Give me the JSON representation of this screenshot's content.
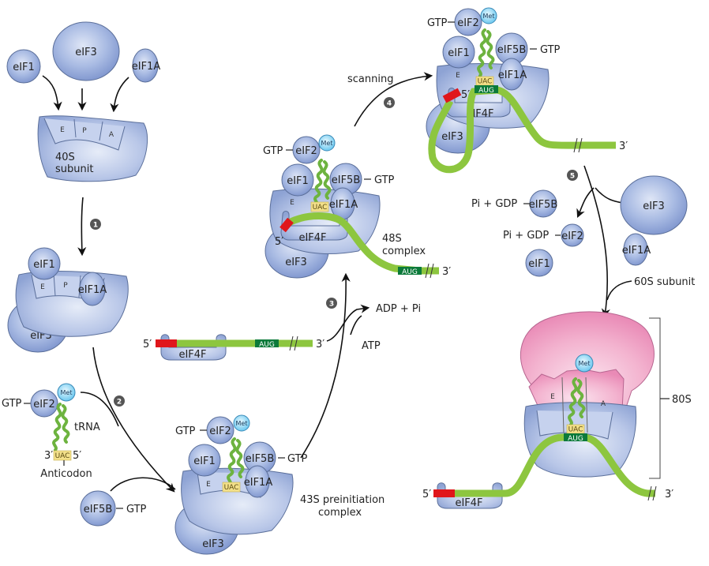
{
  "title": "Eukaryotic translation initiation pathway",
  "steps": [
    {
      "number": "1"
    },
    {
      "number": "2"
    },
    {
      "number": "3"
    },
    {
      "number": "4",
      "label": "scanning"
    },
    {
      "number": "5"
    }
  ],
  "factors": {
    "eIF1": "eIF1",
    "eIF1A": "eIF1A",
    "eIF2": "eIF2",
    "eIF3": "eIF3",
    "eIF4F": "eIF4F",
    "eIF5B": "eIF5B",
    "met": "Met"
  },
  "sites": {
    "E": "E",
    "P": "P",
    "A": "A"
  },
  "labels": {
    "subunit40S": "40S",
    "subunit40S_line2": "subunit",
    "gtp": "GTP",
    "trna": "tRNA",
    "anticodon": "Anticodon",
    "three_prime": "3′",
    "five_prime": "5′",
    "uac": "UAC",
    "aug": "AUG",
    "complex43S": "43S preinitiation",
    "complex43S_line2": "complex",
    "complex48S": "48S",
    "complex48S_line2": "complex",
    "adp_pi": "ADP + Pi",
    "atp": "ATP",
    "pi_gdp": "Pi + GDP",
    "subunit60S": "60S subunit",
    "ribosome80S": "80S"
  },
  "colors": {
    "ribosome_small": "#b4c3e6",
    "ribosome_large": "#f2a6c8",
    "mrna": "#8dc63f",
    "cap": "#e0161b",
    "aug": "#0c7a3a",
    "anticodon": "#f3e08a",
    "met": "#8fd8f5",
    "step_badge": "#555555"
  }
}
